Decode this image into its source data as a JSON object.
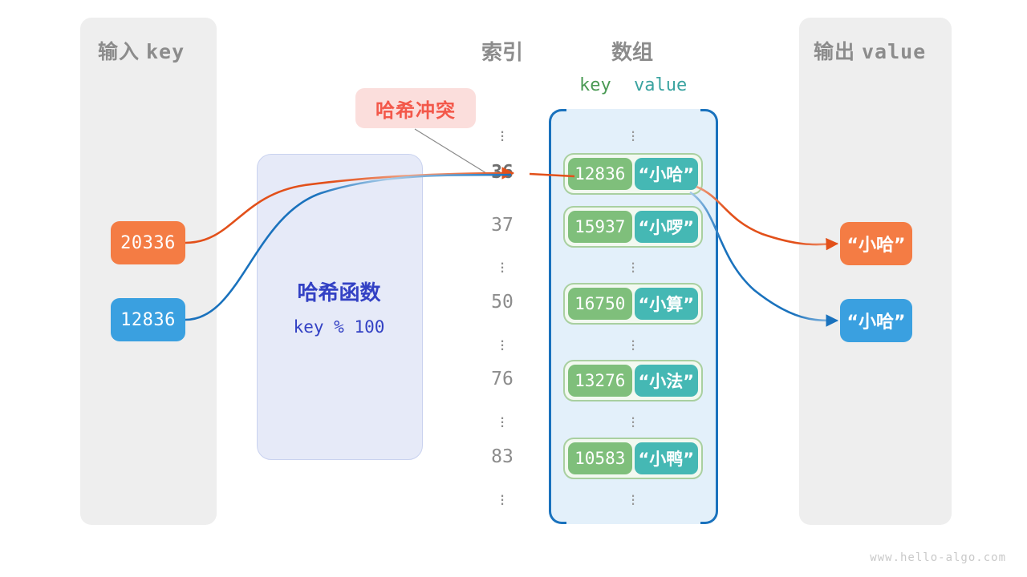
{
  "watermark": "www.hello-algo.com",
  "input_panel": {
    "title_cjk": "输入",
    "title_mono": "key"
  },
  "output_panel": {
    "title_cjk": "输出",
    "title_mono": "value"
  },
  "input_keys": [
    {
      "label": "20336",
      "color": "#f47c44"
    },
    {
      "label": "12836",
      "color": "#3aa0e0"
    }
  ],
  "output_values": [
    {
      "label": "“小哈”",
      "color": "#f47c44"
    },
    {
      "label": "“小哈”",
      "color": "#3aa0e0"
    }
  ],
  "hash_function": {
    "title": "哈希函数",
    "formula": "key % 100",
    "accent": "#3341c4"
  },
  "collision": {
    "label": "哈希冲突",
    "accent": "#f3584a",
    "background": "#fbdedc"
  },
  "columns": {
    "index_header": "索引",
    "array_header": "数组",
    "key_header": "key",
    "value_header": "value",
    "key_color": "#4a9a54",
    "value_color": "#3aa3a0"
  },
  "dots_glyph": "⋮",
  "index_column": [
    {
      "type": "dots"
    },
    {
      "type": "index",
      "label": "36",
      "highlight": true
    },
    {
      "type": "index",
      "label": "37",
      "highlight": false
    },
    {
      "type": "dots"
    },
    {
      "type": "index",
      "label": "50",
      "highlight": false
    },
    {
      "type": "dots"
    },
    {
      "type": "index",
      "label": "76",
      "highlight": false
    },
    {
      "type": "dots"
    },
    {
      "type": "index",
      "label": "83",
      "highlight": false
    },
    {
      "type": "dots"
    }
  ],
  "array_rows": [
    {
      "type": "dots"
    },
    {
      "type": "entry",
      "key": "12836",
      "value": "“小哈”"
    },
    {
      "type": "entry",
      "key": "15937",
      "value": "“小啰”"
    },
    {
      "type": "dots"
    },
    {
      "type": "entry",
      "key": "16750",
      "value": "“小算”"
    },
    {
      "type": "dots"
    },
    {
      "type": "entry",
      "key": "13276",
      "value": "“小法”"
    },
    {
      "type": "dots"
    },
    {
      "type": "entry",
      "key": "10583",
      "value": "“小鸭”"
    },
    {
      "type": "dots"
    }
  ],
  "colors": {
    "panel_bg": "#eeeeee",
    "array_bg": "#e3f0fa",
    "array_border": "#1a72bd",
    "entry_key": "#7fbf7b",
    "entry_value": "#45b8b4",
    "orange_wire": "#e2501a",
    "blue_wire": "#1a72bd"
  }
}
